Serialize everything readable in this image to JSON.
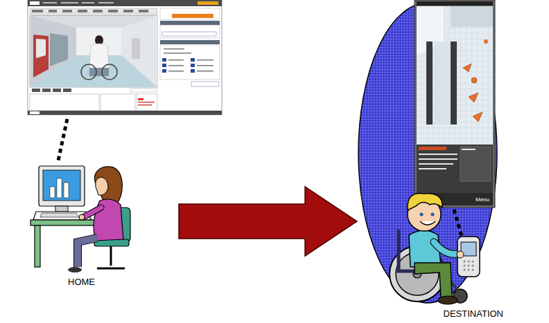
{
  "diagram": {
    "nodes": [
      {
        "text": [
          "HOME"
        ]
      },
      {
        "text": [
          "DESTINATION"
        ]
      }
    ],
    "edges": [
      {
        "from": 0,
        "to": 1,
        "arrow": "to"
      }
    ],
    "labels": [
      "Menu"
    ]
  }
}
